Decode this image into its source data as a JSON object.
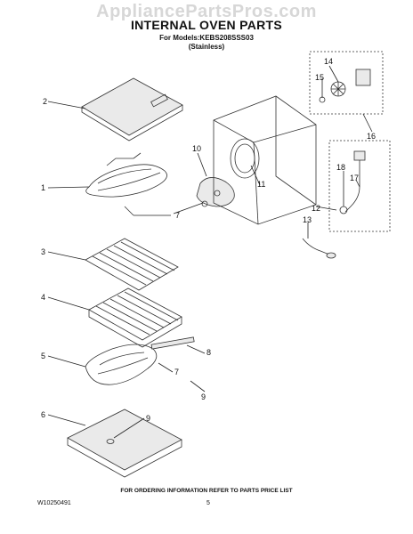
{
  "watermark": "AppliancePartsPros.com",
  "header": {
    "title": "INTERNAL OVEN PARTS",
    "models": "For Models:KEBS208SSS03",
    "finish": "(Stainless)"
  },
  "callouts": [
    "1",
    "2",
    "3",
    "4",
    "5",
    "6",
    "7",
    "8",
    "9",
    "10",
    "11",
    "12",
    "13",
    "14",
    "15",
    "16",
    "17",
    "18"
  ],
  "callouts_extra": [
    "7",
    "9"
  ],
  "footer": {
    "note": "FOR ORDERING INFORMATION REFER TO PARTS PRICE LIST",
    "doc_number": "W10250491",
    "page": "5"
  }
}
